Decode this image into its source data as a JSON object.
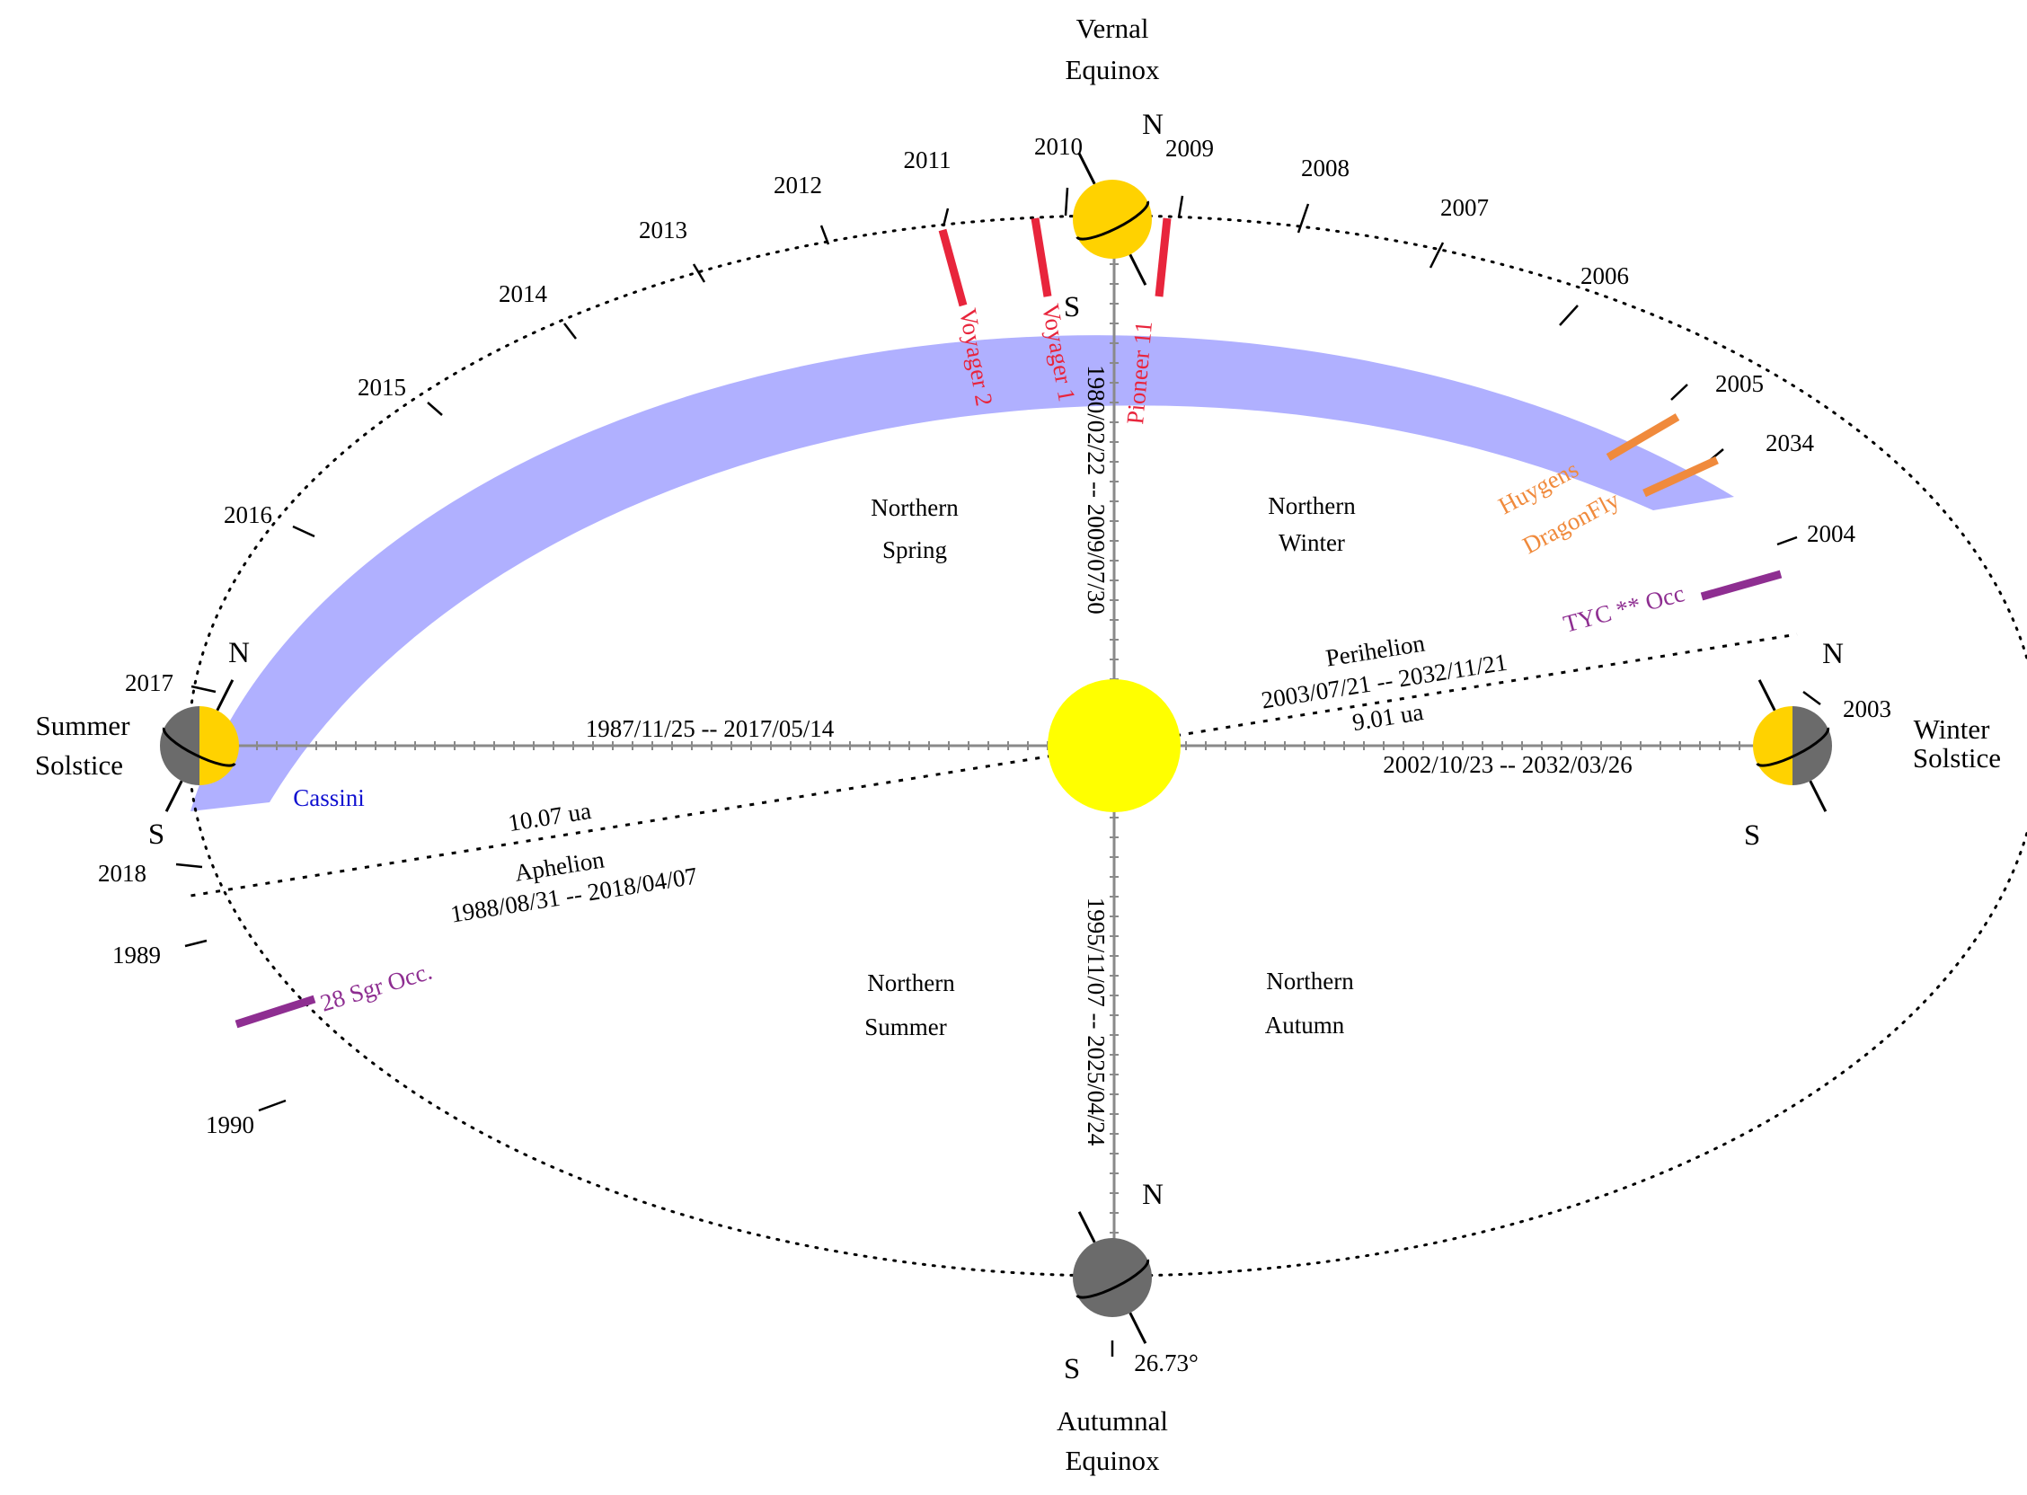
{
  "colors": {
    "cassini_band": "#b0b0ff",
    "sun": "#ffff00",
    "lit": "#ffd200",
    "dark": "#6b6b6b",
    "voyager": "#e8253c",
    "huygens": "#f08a3c",
    "occultation": "#8e2e91",
    "cassini_label": "#1010d0"
  },
  "seasons": {
    "vernal": [
      "Vernal",
      "Equinox"
    ],
    "autumnal": [
      "Autumnal",
      "Equinox"
    ],
    "summer": [
      "Summer",
      "Solstice"
    ],
    "winter": [
      "Winter",
      "Solstice"
    ]
  },
  "quadrants": {
    "spring": [
      "Northern",
      "Spring"
    ],
    "winter": [
      "Northern",
      "Winter"
    ],
    "summer": [
      "Northern",
      "Summer"
    ],
    "autumn": [
      "Northern",
      "Autumn"
    ]
  },
  "axes": {
    "horizontal_left": "1987/11/25 -- 2017/05/14",
    "horizontal_right": "2002/10/23 -- 2032/03/26",
    "vertical_top": "1980/02/22 -- 2009/07/30",
    "vertical_bottom": "1995/11/07 -- 2025/04/24"
  },
  "apsides": {
    "perihelion_title": "Perihelion",
    "perihelion_dates": "2003/07/21 -- 2032/11/21",
    "perihelion_distance": "9.01 ua",
    "aphelion_title": "Aphelion",
    "aphelion_dates": "1988/08/31 -- 2018/04/07",
    "aphelion_distance": "10.07 ua"
  },
  "years": [
    "2011",
    "2010",
    "2009",
    "2008",
    "2007",
    "2006",
    "2005",
    "2034",
    "2004",
    "2003",
    "2012",
    "2013",
    "2014",
    "2015",
    "2016",
    "2017",
    "2018",
    "1989",
    "1990"
  ],
  "missions": {
    "voyager2": "Voyager 2",
    "voyager1": "Voyager 1",
    "pioneer11": "Pioneer 11",
    "huygens": "Huygens",
    "dragonfly": "DragonFly",
    "cassini": "Cassini",
    "tyc": "TYC ** Occ",
    "sgr": "28 Sgr Occ."
  },
  "poles": {
    "north": "N",
    "south": "S"
  },
  "obliquity": "26.73°"
}
